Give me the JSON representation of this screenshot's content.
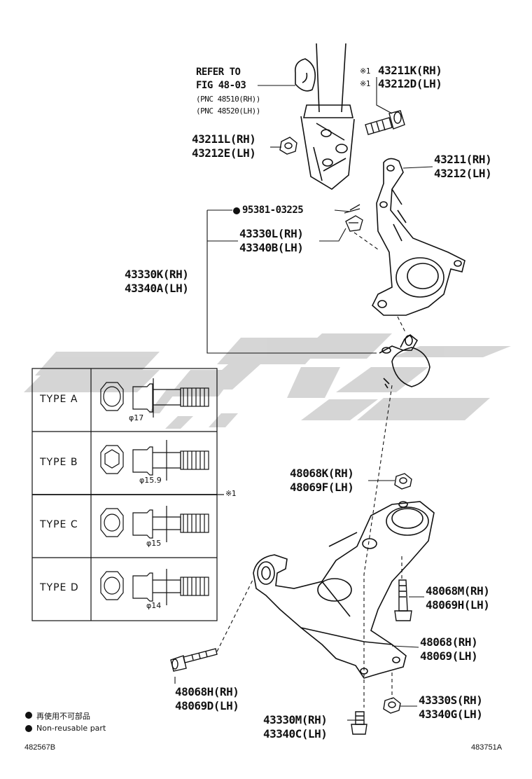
{
  "refer": {
    "line1": "REFER TO",
    "line2": "FIG 48-03",
    "line3": "(PNC 48510(RH))",
    "line4": "(PNC 48520(LH))"
  },
  "parts": {
    "p1": {
      "mark": "※1",
      "rh": "43211K(RH)",
      "lh": "43212D(LH)"
    },
    "p2": {
      "rh": "43211L(RH)",
      "lh": "43212E(LH)"
    },
    "p3": {
      "rh": "43211(RH)",
      "lh": "43212(LH)"
    },
    "p4": {
      "code": "95381-03225"
    },
    "p5": {
      "rh": "43330L(RH)",
      "lh": "43340B(LH)"
    },
    "p6": {
      "rh": "43330K(RH)",
      "lh": "43340A(LH)"
    },
    "p7": {
      "rh": "48068K(RH)",
      "lh": "48069F(LH)"
    },
    "p8": {
      "rh": "48068M(RH)",
      "lh": "48069H(LH)"
    },
    "p9": {
      "rh": "48068(RH)",
      "lh": "48069(LH)"
    },
    "p10": {
      "rh": "48068H(RH)",
      "lh": "48069D(LH)"
    },
    "p11": {
      "rh": "43330S(RH)",
      "lh": "43340G(LH)"
    },
    "p12": {
      "rh": "43330M(RH)",
      "lh": "43340C(LH)"
    }
  },
  "types": [
    {
      "label": "TYPE A",
      "dia": "φ17"
    },
    {
      "label": "TYPE B",
      "dia": "φ15.9"
    },
    {
      "label": "TYPE C",
      "dia": "φ15"
    },
    {
      "label": "TYPE D",
      "dia": "φ14"
    }
  ],
  "table_mark": "※1",
  "legend": {
    "jp": "再使用不可部品",
    "en": "Non-reusable part"
  },
  "codes": {
    "left": "482567B",
    "right": "483751A"
  },
  "colors": {
    "line": "#111111",
    "watermark": "#c8c8c8"
  }
}
